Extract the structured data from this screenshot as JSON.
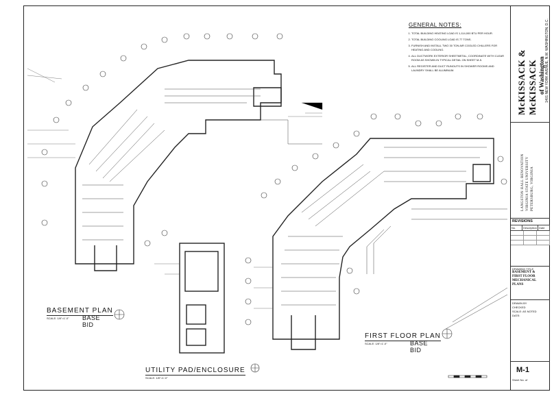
{
  "general_notes": {
    "title": "GENERAL NOTES:",
    "items": [
      "TOTAL BUILDING HEATING LOAD IS 1,114,000 BTU PER HOUR.",
      "TOTAL BUILDING COOLING LOAD IS 77 TONS.",
      "FURNISH AND INSTALL TWO 30 TON AIR COOLED CHILLERS FOR HEATING AND COOLING.",
      "ALL DUCTWORK EXTERIOR SHEETMETAL, COORDINATE WITH CLEAR ROOM AS SHOWN IN TYPICAL DETAIL ON SHEET M-5.",
      "ALL REGISTER AND DUCT RUNOUTS IN SHOWER ROOMS AND LAUNDRY SHALL BE ALUMINUM."
    ]
  },
  "plans": {
    "basement": {
      "title": "BASEMENT PLAN",
      "scale": "SCALE: 1/8\"=1'-0\"",
      "bid": "BASE BID"
    },
    "first_floor": {
      "title": "FIRST FLOOR PLAN",
      "scale": "SCALE: 1/8\"=1'-0\"",
      "bid": "BASE BID"
    },
    "utility": {
      "title": "UTILITY PAD/ENCLOSURE",
      "scale": "SCALE: 1/8\"=1'-0\""
    }
  },
  "title_block": {
    "firm_name": "McKISSACK & McKISSACK",
    "firm_sub": "of Washington",
    "firm_address": "1401 NEW YORK AVENUE, N.W. WASHINGTON, D.C.",
    "project_lines": [
      "LANGSTON HALL RENOVATION",
      "VIRGINIA STATE UNIVERSITY",
      "PETERSBURG, VIRGINIA"
    ],
    "revisions_title": "REVISIONS",
    "revision_headers": [
      "No.",
      "Description",
      "Date"
    ],
    "drawing_title_label": "DRAWING TITLE",
    "drawing_title_lines": [
      "BASEMENT &",
      "FIRST FLOOR",
      "MECHANICAL",
      "PLANS"
    ],
    "info_lines": [
      "DRAWN BY",
      "CHECKED",
      "SCALE: AS NOTED",
      "DATE:"
    ],
    "sheet_number": "M-1",
    "sheet_of": "Sheet No. of"
  },
  "colors": {
    "ink": "#111111",
    "paper": "#ffffff"
  }
}
